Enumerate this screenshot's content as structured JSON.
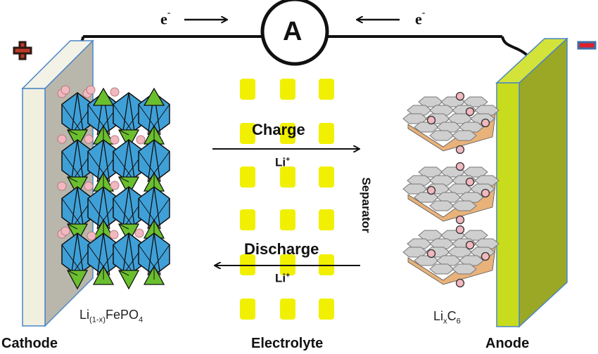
{
  "title": "Lithium-ion battery (LiFePO4 / graphite) charge–discharge schematic",
  "circuit": {
    "ammeter_label": "A",
    "electron_left": {
      "symbol": "e",
      "charge": "-",
      "direction": "right"
    },
    "electron_right": {
      "symbol": "e",
      "charge": "-",
      "direction": "left"
    }
  },
  "cathode": {
    "label": "Cathode",
    "polarity": "+",
    "material": {
      "base": "Li",
      "sub": "(1-x)",
      "rest": "FePO",
      "sub2": "4"
    },
    "plate_front_color": "#f0efe0",
    "plate_side_color": "#b9b7ab",
    "octahedron_color": "#3fa0d8",
    "tetrahedron_color": "#6abf2e",
    "li_ion_color": "#f2b8bf"
  },
  "anode": {
    "label": "Anode",
    "polarity": "-",
    "material": {
      "base": "Li",
      "sub": "x",
      "rest": "C",
      "sub2": "6"
    },
    "plate_front_color": "#c8dc1e",
    "plate_side_color": "#9aa825",
    "graphite_color": "#cfcfcf",
    "li_ion_color": "#f2b8bf"
  },
  "electrolyte": {
    "label": "Electrolyte",
    "separator_label": "Separator",
    "block_color": "#f0f000",
    "charge": {
      "label": "Charge",
      "ion": "Li",
      "ion_charge": "+",
      "direction": "right"
    },
    "discharge": {
      "label": "Discharge",
      "ion": "Li",
      "ion_charge": "+",
      "direction": "left"
    }
  },
  "colors": {
    "plus_fill": "#c0392b",
    "plus_outline": "#2b1a12",
    "minus_fill": "#e0202a",
    "minus_outline": "#3f6ea5",
    "wire": "#111111"
  }
}
